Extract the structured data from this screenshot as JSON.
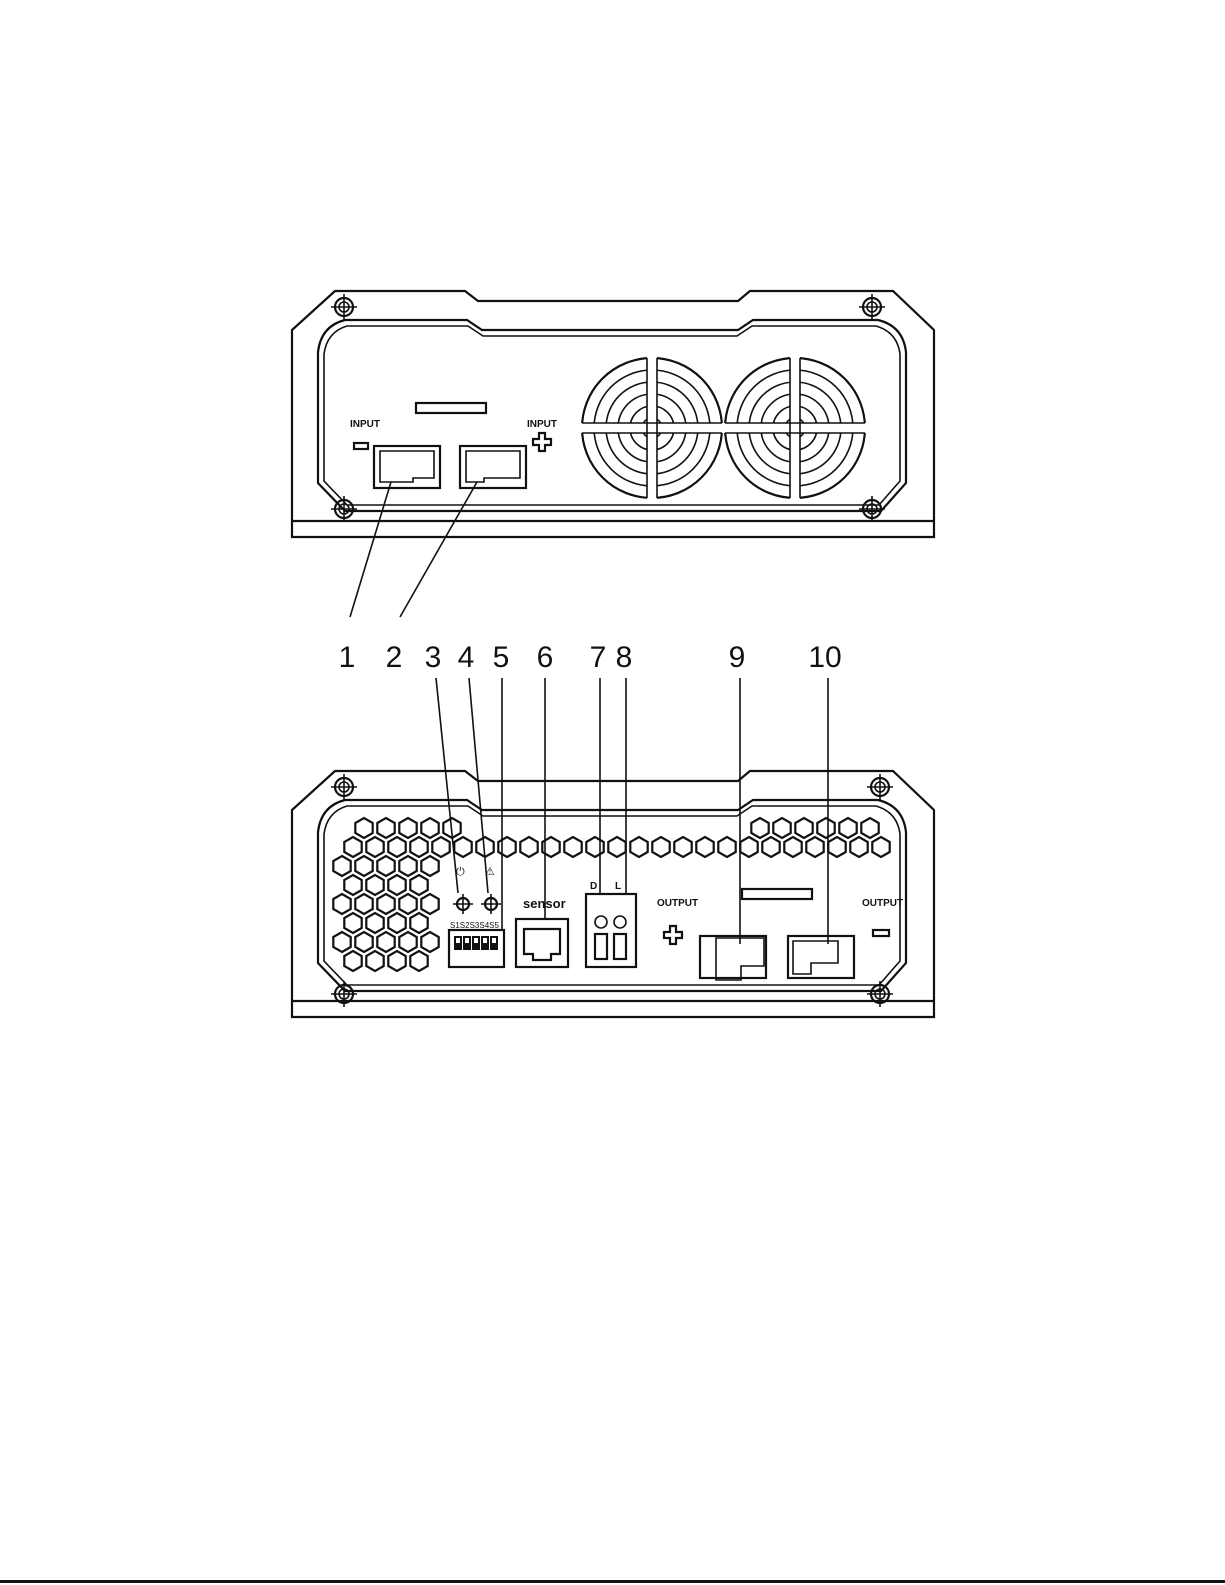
{
  "front_panel": {
    "input_minus_label": "INPUT",
    "input_plus_label": "INPUT"
  },
  "back_panel": {
    "sensor_label": "sensor",
    "dip_label": "S1S2S3S4S5",
    "output_plus_label": "OUTPUT",
    "output_minus_label": "OUTPUT",
    "terminal_left_letter": "D",
    "terminal_right_letter": "L",
    "power_symbol": "⏻",
    "warning_symbol": "⚠"
  },
  "callouts": [
    "1",
    "2",
    "3",
    "4",
    "5",
    "6",
    "7",
    "8",
    "9",
    "10"
  ]
}
